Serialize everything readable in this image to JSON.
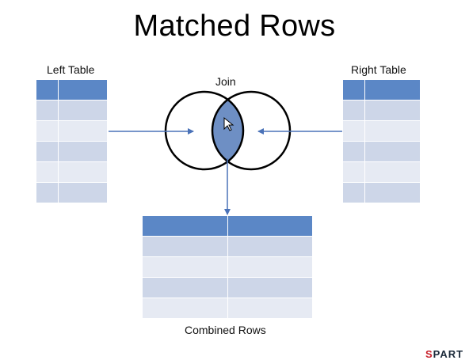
{
  "slide": {
    "title": "Matched Rows",
    "join_label": "Join",
    "left_label": "Left Table",
    "right_label": "Right Table",
    "combined_label": "Combined Rows"
  },
  "left_table": {
    "rows": 6,
    "cols": 2
  },
  "right_table": {
    "rows": 6,
    "cols": 2
  },
  "combined_table": {
    "rows": 5,
    "cols": 2
  },
  "colors": {
    "header": "#5b87c6",
    "row_dark": "#cdd6e8",
    "row_light": "#e6eaf3",
    "intersection": "#6e8fc4",
    "arrow": "#4a72b8"
  },
  "logo": {
    "mark": "S",
    "text": "PART"
  }
}
